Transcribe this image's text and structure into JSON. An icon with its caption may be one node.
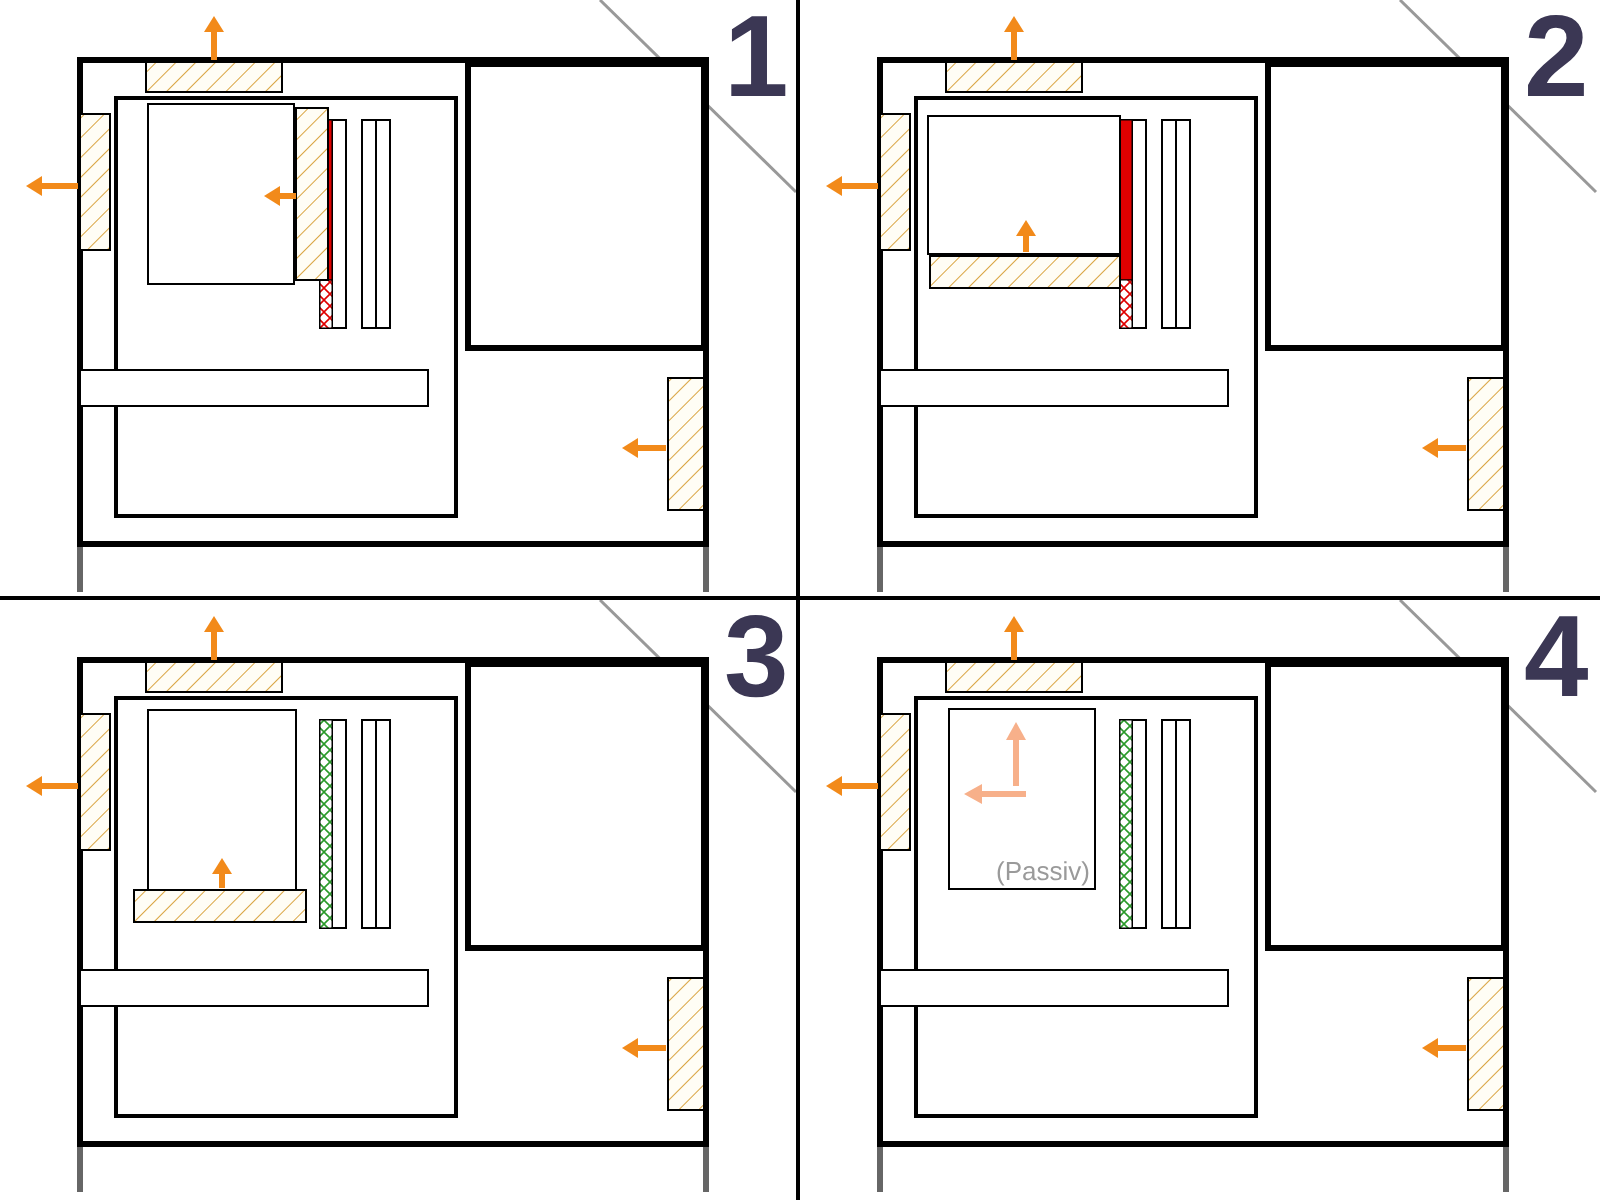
{
  "diagram": {
    "nodes": [
      {
        "text": [
          "(Passiv)"
        ]
      }
    ],
    "labels": [
      "1",
      "2",
      "3",
      "4"
    ]
  }
}
